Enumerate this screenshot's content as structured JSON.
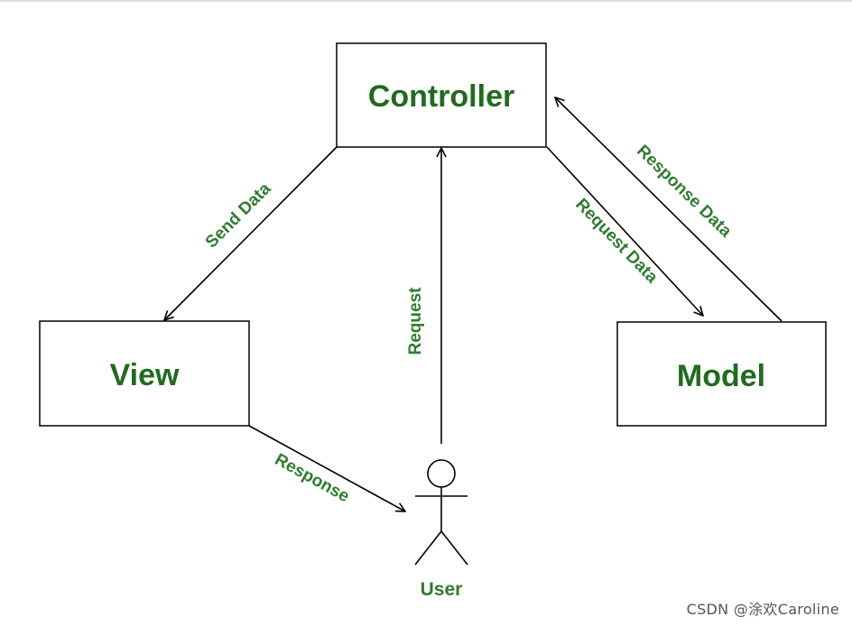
{
  "nodes": {
    "controller": "Controller",
    "view": "View",
    "model": "Model"
  },
  "edges": {
    "send_data": "Send Data",
    "request": "Request",
    "request_data": "Request Data",
    "response_data": "Response Data",
    "response": "Response"
  },
  "actor": {
    "label": "User"
  },
  "watermark": "CSDN @涂欢Caroline",
  "colors": {
    "label_green": "#1f6b1f",
    "edge_label_green": "#2e7d2e",
    "stroke": "#000000"
  }
}
